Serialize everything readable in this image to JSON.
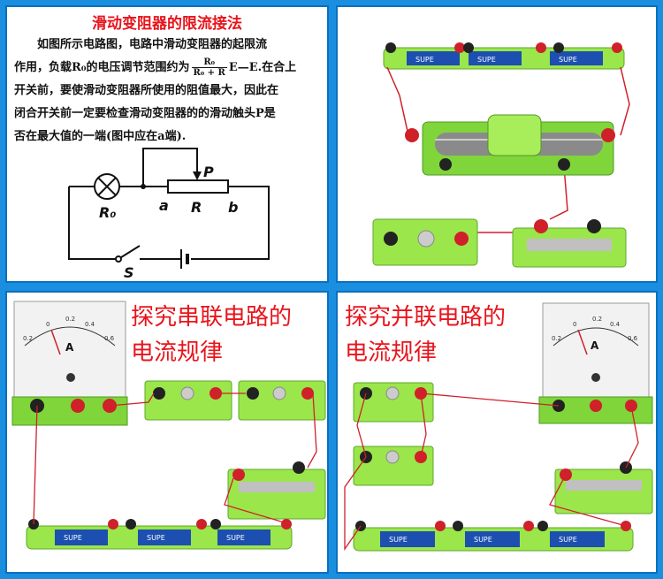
{
  "panel_circuit": {
    "title": "滑动变阻器的限流接法",
    "line1": "如图所示电路图，电路中滑动变阻器的起限流",
    "line2_a": "作用，负载R₀的电压调节范围约为",
    "frac_num": "R₀",
    "frac_den": "R₀ + R",
    "line2_b": "E—E.在合上",
    "line3": "开关前，要使滑动变阻器所使用的阻值最大，因此在",
    "line4": "闭合开关前一定要检查滑动变阻器的的滑动触头P是",
    "line5": "否在最大值的一端(图中应在a端).",
    "labels": {
      "P": "P",
      "R0": "R₀",
      "a": "a",
      "R": "R",
      "b": "b",
      "S": "S"
    }
  },
  "panel_series": {
    "title_line1": "探究串联电路的",
    "title_line2": "电流规律",
    "meter_unit": "A",
    "meter_ticks": [
      "0.2",
      "0",
      "0.2",
      "0.4",
      "0.6"
    ]
  },
  "panel_parallel": {
    "title_line1": "探究并联电路的",
    "title_line2": "电流规律",
    "meter_unit": "A",
    "meter_ticks": [
      "0.2",
      "0",
      "0.2",
      "0.4",
      "0.6"
    ]
  },
  "battery_label": "SUPE",
  "colors": {
    "title_red": "#e8141c",
    "board_green": "#8ee03a",
    "wire_red": "#d0202a",
    "frame_blue": "#1a8fe0"
  }
}
